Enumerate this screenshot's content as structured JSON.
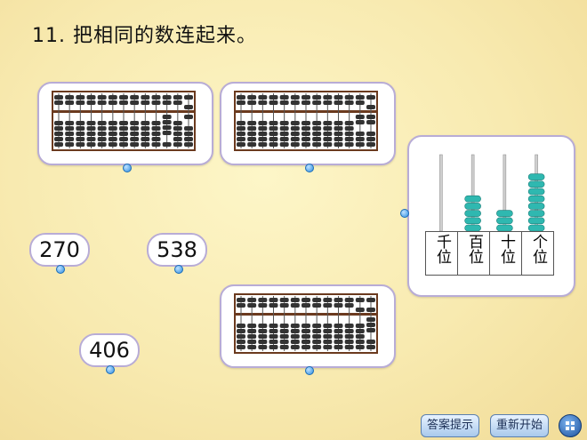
{
  "title": "11. 把相同的数连起来。",
  "numbers": [
    "270",
    "538",
    "406"
  ],
  "abaci": [
    {
      "digits": [
        0,
        0,
        0,
        0,
        0,
        0,
        0,
        0,
        0,
        0,
        4,
        0,
        6
      ]
    },
    {
      "digits": [
        0,
        0,
        0,
        0,
        0,
        0,
        0,
        0,
        0,
        0,
        0,
        2,
        7
      ]
    },
    {
      "digits": [
        0,
        0,
        0,
        0,
        0,
        0,
        0,
        0,
        0,
        0,
        0,
        5,
        8
      ]
    }
  ],
  "place_value": {
    "labels": [
      "千位",
      "百位",
      "十位",
      "个位"
    ],
    "beads": [
      0,
      5,
      3,
      8
    ],
    "bead_color": "#2fb8b0"
  },
  "buttons": {
    "hint": "答案提示",
    "restart": "重新开始"
  },
  "colors": {
    "card_border": "#b8acd6",
    "frame": "#6b3a1e",
    "dot": "#2f8ee0"
  }
}
